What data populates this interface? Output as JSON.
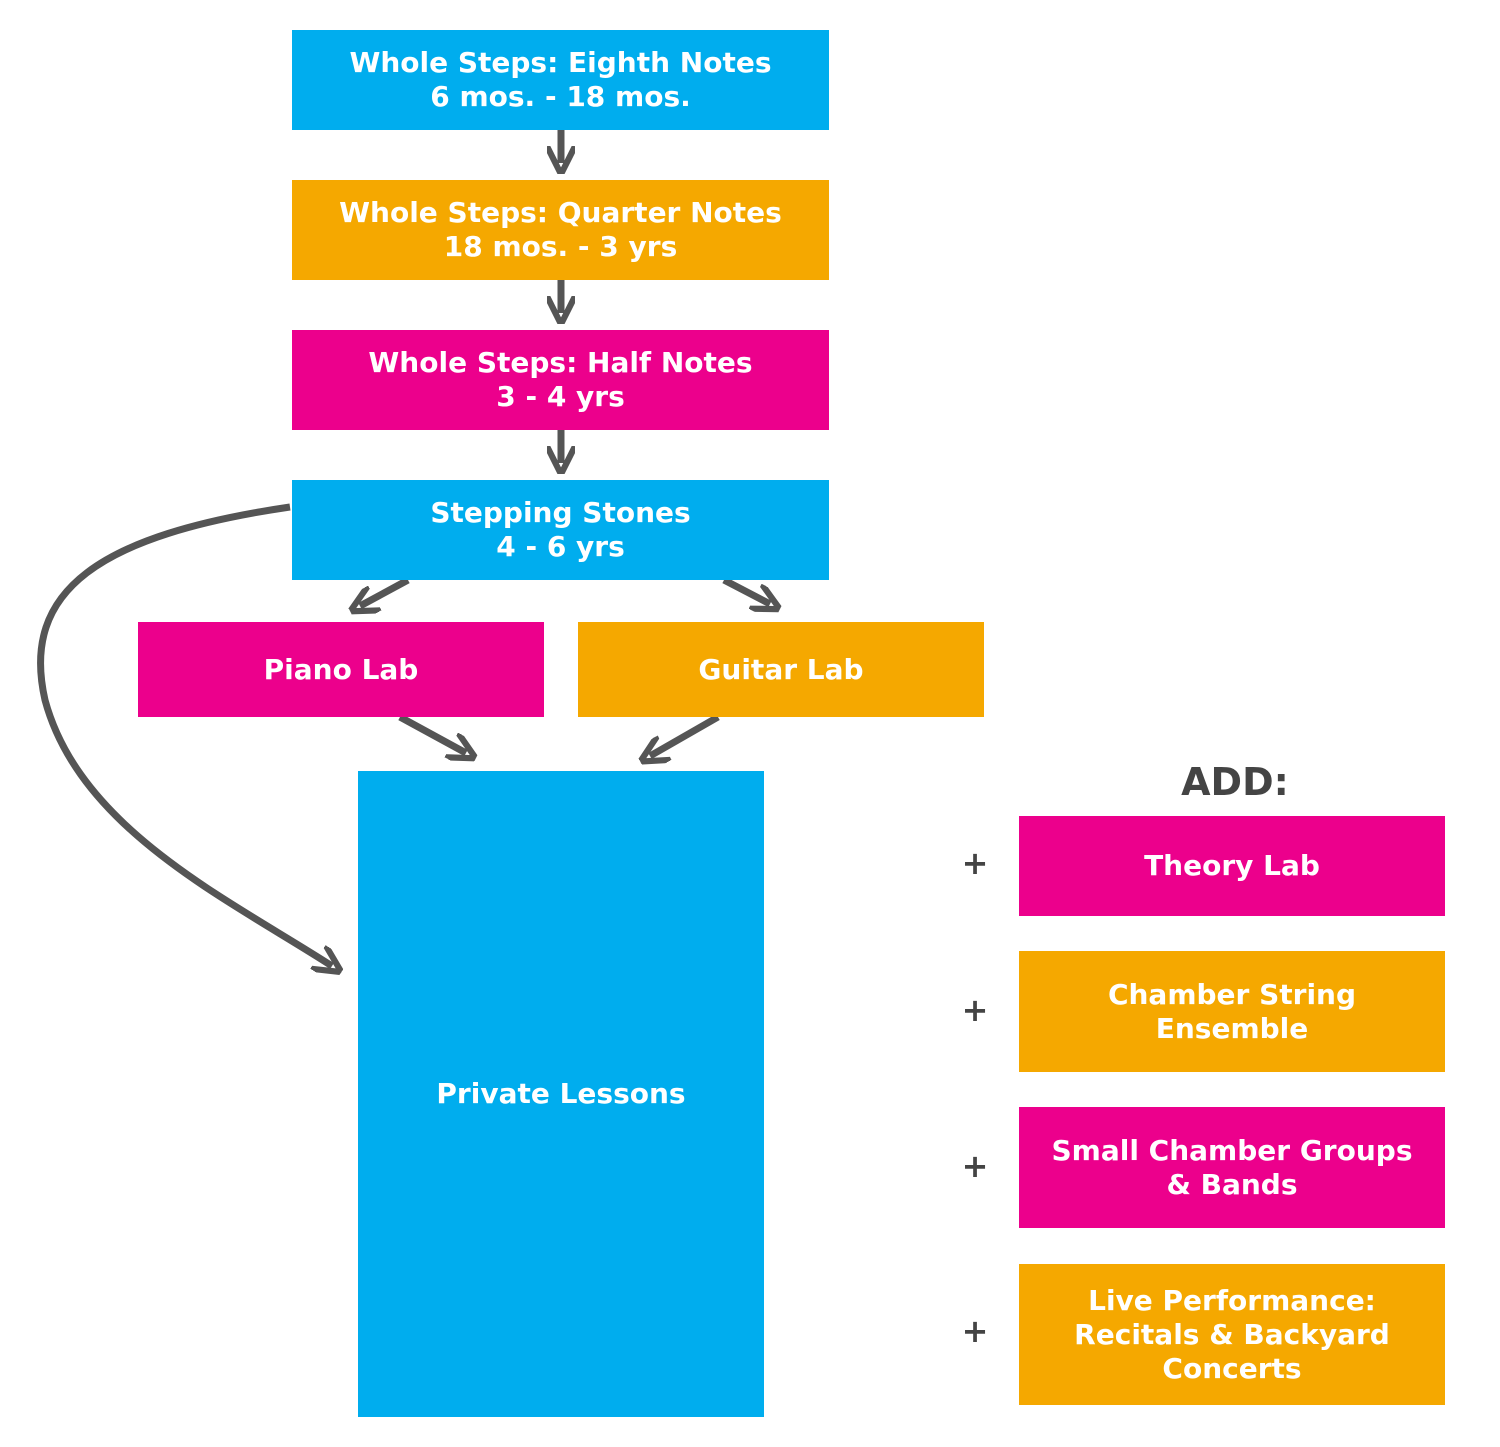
{
  "flow": {
    "eighth_notes": {
      "title": "Whole Steps: Eighth Notes",
      "age": "6 mos. - 18 mos."
    },
    "quarter_notes": {
      "title": "Whole Steps: Quarter Notes",
      "age": "18 mos. - 3 yrs"
    },
    "half_notes": {
      "title": "Whole Steps: Half Notes",
      "age": "3 - 4 yrs"
    },
    "stepping_stones": {
      "title": "Stepping Stones",
      "age": "4 - 6 yrs"
    },
    "piano_lab": {
      "title": "Piano Lab"
    },
    "guitar_lab": {
      "title": "Guitar Lab"
    },
    "private_lessons": {
      "title": "Private Lessons"
    }
  },
  "addons": {
    "heading": "ADD:",
    "plus": "+",
    "theory_lab": {
      "line1": "Theory Lab"
    },
    "chamber_string": {
      "line1": "Chamber String",
      "line2": "Ensemble"
    },
    "small_chamber": {
      "line1": "Small Chamber Groups",
      "line2": "& Bands"
    },
    "live_performance": {
      "line1": "Live Performance:",
      "line2": "Recitals & Backyard",
      "line3": "Concerts"
    }
  },
  "colors": {
    "blue": "#00adee",
    "orange": "#f5a800",
    "pink": "#ec008c",
    "arrow": "#555555",
    "heading": "#444444"
  }
}
